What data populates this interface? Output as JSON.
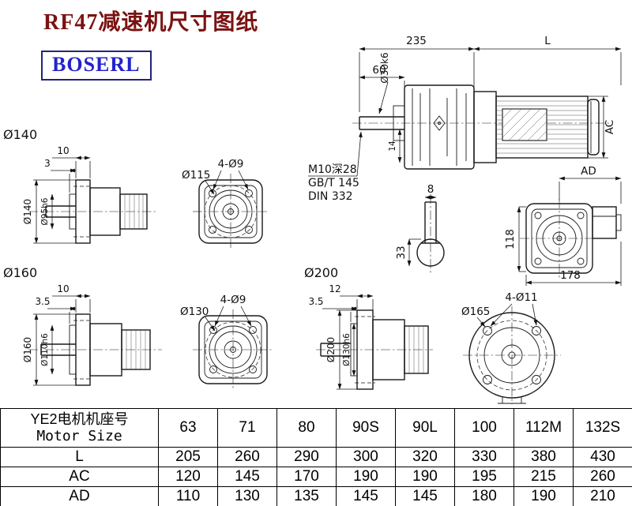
{
  "header": {
    "title": "RF47减速机尺寸图纸",
    "logo": "BOSERL"
  },
  "main_view": {
    "dim_top_left": "235",
    "dim_top_right": "L",
    "dim_60": "60",
    "shaft_dia": "Ø30k6",
    "dim_ac": "AC",
    "dim_14": "14",
    "note1": "M10深28",
    "note2": "GB/T 145",
    "note3": "DIN 332",
    "key_width": "8",
    "key_depth": "33"
  },
  "end_view": {
    "dim_ad": "AD",
    "dim_118": "118",
    "dim_178": "178"
  },
  "flange140": {
    "label": "Ø140",
    "thk": "10",
    "step": "3",
    "od": "Ø140",
    "spigot": "Ø95h6",
    "holes": "4-Ø9",
    "bc": "Ø115"
  },
  "flange160": {
    "label": "Ø160",
    "thk": "10",
    "step": "3.5",
    "od": "Ø160",
    "spigot": "Ø110h6",
    "holes": "4-Ø9",
    "bc": "Ø130"
  },
  "flange200": {
    "label": "Ø200",
    "thk": "12",
    "step": "3.5",
    "od": "Ø200",
    "spigot": "Ø130h6",
    "holes": "4-Ø11",
    "bc": "Ø165"
  },
  "table": {
    "header_cn": "YE2电机机座号",
    "header_en": "Motor Size",
    "sizes": [
      "63",
      "71",
      "80",
      "90S",
      "90L",
      "100",
      "112M",
      "132S"
    ],
    "rows": [
      {
        "label": "L",
        "values": [
          "205",
          "260",
          "290",
          "300",
          "320",
          "330",
          "380",
          "430"
        ]
      },
      {
        "label": "AC",
        "values": [
          "120",
          "145",
          "170",
          "190",
          "190",
          "195",
          "215",
          "260"
        ]
      },
      {
        "label": "AD",
        "values": [
          "110",
          "130",
          "135",
          "145",
          "145",
          "180",
          "190",
          "210"
        ]
      }
    ]
  }
}
